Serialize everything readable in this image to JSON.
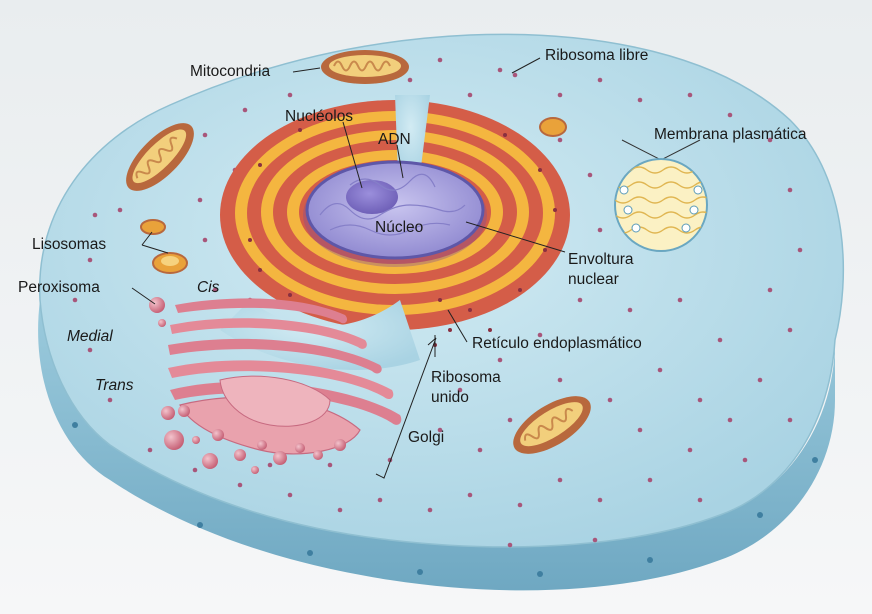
{
  "labels": {
    "mitocondria": "Mitocondria",
    "ribosoma_libre": "Ribosoma libre",
    "nucleolos": "Nucléolos",
    "adn": "ADN",
    "membrana_plasmatica": "Membrana plasmática",
    "lisosomas": "Lisosomas",
    "nucleo": "Núcleo",
    "envoltura_nuclear_1": "Envoltura",
    "envoltura_nuclear_2": "nuclear",
    "peroxisoma": "Peroxisoma",
    "cis": "Cis",
    "medial": "Medial",
    "reticulo_endoplasmatico": "Retículo endoplasmático",
    "trans": "Trans",
    "ribosoma_unido_1": "Ribosoma",
    "ribosoma_unido_2": "unido",
    "golgi": "Golgi"
  },
  "colors": {
    "cytoplasm": "#b9dde9",
    "cell_side": "#8cc1d6",
    "ribosome": "#a8567a",
    "mitochondria_outer": "#b8683d",
    "mitochondria_inner": "#f2cf7c",
    "er_red": "#d45d48",
    "er_yellow": "#f4b640",
    "nucleus": "#a9a3dc",
    "nucleolus": "#7e6fc4",
    "golgi": "#e48a98",
    "vesicle": "#d9788a",
    "membrane_patch": "#f7e7a6",
    "label_line": "#222222"
  }
}
